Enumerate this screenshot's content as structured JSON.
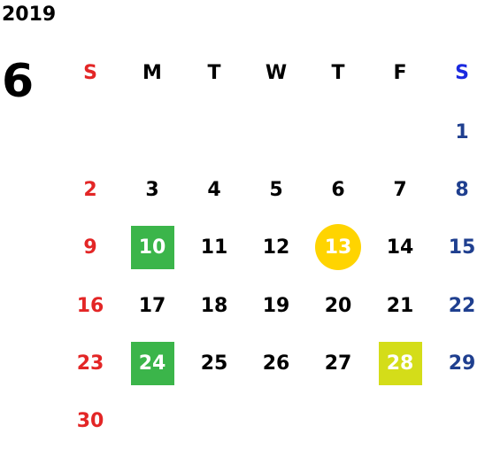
{
  "calendar": {
    "year": "2019",
    "month": "6",
    "weekdays": [
      "S",
      "M",
      "T",
      "W",
      "T",
      "F",
      "S"
    ],
    "weeks": [
      [
        "",
        "",
        "",
        "",
        "",
        "",
        "1"
      ],
      [
        "2",
        "3",
        "4",
        "5",
        "6",
        "7",
        "8"
      ],
      [
        "9",
        "10",
        "11",
        "12",
        "13",
        "14",
        "15"
      ],
      [
        "16",
        "17",
        "18",
        "19",
        "20",
        "21",
        "22"
      ],
      [
        "23",
        "24",
        "25",
        "26",
        "27",
        "28",
        "29"
      ],
      [
        "30",
        "",
        "",
        "",
        "",
        "",
        ""
      ]
    ],
    "highlights": [
      {
        "day": "10",
        "style": "green-square",
        "color": "#3bb54a"
      },
      {
        "day": "13",
        "style": "yellow-circle",
        "color": "#ffd400"
      },
      {
        "day": "24",
        "style": "green-square",
        "color": "#3bb54a"
      },
      {
        "day": "28",
        "style": "lime-square",
        "color": "#d4dd19"
      }
    ],
    "colors": {
      "sunday": "#e32626",
      "saturday_header": "#1a29e0",
      "saturday": "#1f3f8f",
      "weekday": "#000000"
    }
  }
}
